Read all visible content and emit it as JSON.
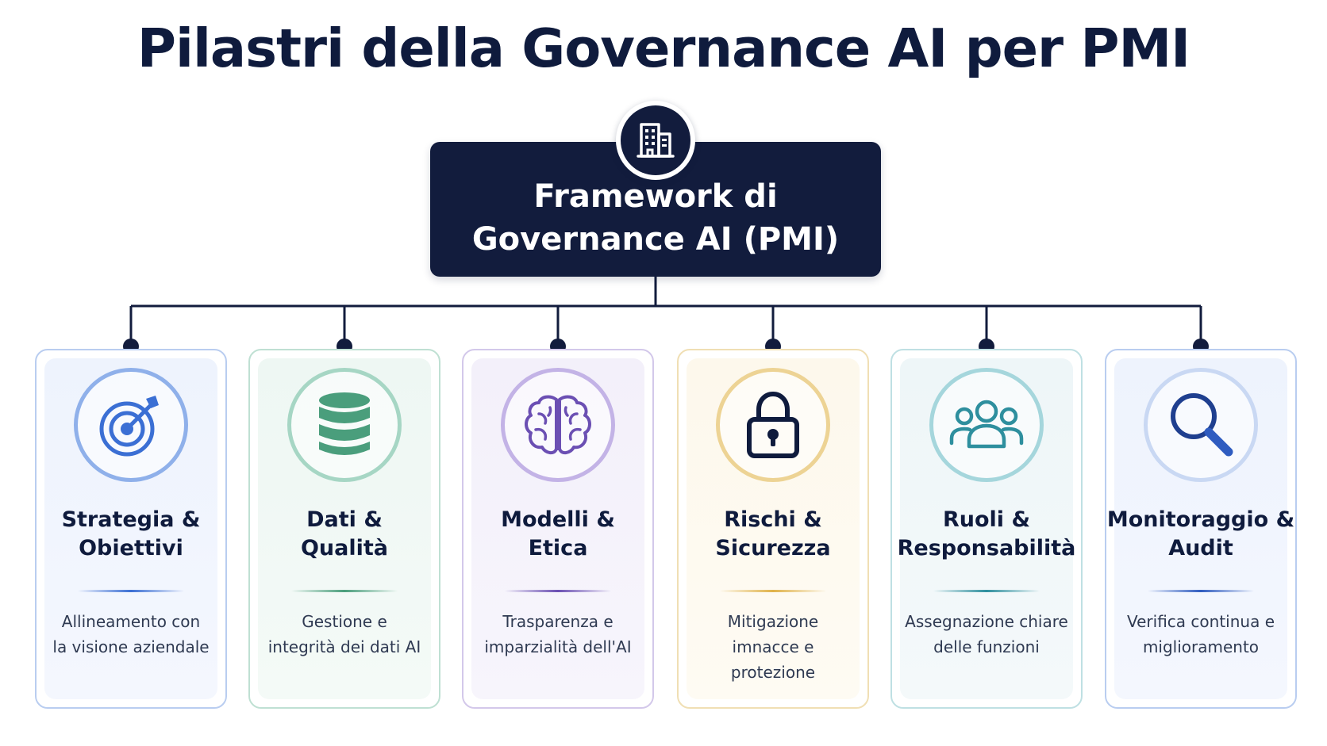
{
  "title": "Pilastri della Governance AI per PMI",
  "root": {
    "line1": "Framework di",
    "line2": "Governance AI (PMI)",
    "icon": "building-icon"
  },
  "pillars": [
    {
      "title_line1": "Strategia &",
      "title_line2": "Obiettivi",
      "desc_line1": "Allineamento con",
      "desc_line2": "la visione aziendale",
      "desc_line3": "",
      "icon": "target-icon",
      "color": "#3b6fd4"
    },
    {
      "title_line1": "Dati &",
      "title_line2": "Qualità",
      "desc_line1": "Gestione e",
      "desc_line2": "integrità dei dati AI",
      "desc_line3": "",
      "icon": "database-icon",
      "color": "#4a9e7c"
    },
    {
      "title_line1": "Modelli &",
      "title_line2": "Etica",
      "desc_line1": "Trasparenza e",
      "desc_line2": "imparzialità dell'AI",
      "desc_line3": "",
      "icon": "brain-icon",
      "color": "#6b4fb3"
    },
    {
      "title_line1": "Rischi &",
      "title_line2": "Sicurezza",
      "desc_line1": "Mitigazione",
      "desc_line2": "imnacce e",
      "desc_line3": "protezione",
      "icon": "lock-icon",
      "color": "#e0b24a"
    },
    {
      "title_line1": "Ruoli &",
      "title_line2": "Responsabilità",
      "desc_line1": "Assegnazione chiare",
      "desc_line2": "delle funzioni",
      "desc_line3": "",
      "icon": "users-icon",
      "color": "#2e8f9e"
    },
    {
      "title_line1": "Monitoraggio &",
      "title_line2": "Audit",
      "desc_line1": "Verifica continua e",
      "desc_line2": "miglioramento",
      "desc_line3": "",
      "icon": "magnifier-icon",
      "color": "#2f5cc0"
    }
  ]
}
